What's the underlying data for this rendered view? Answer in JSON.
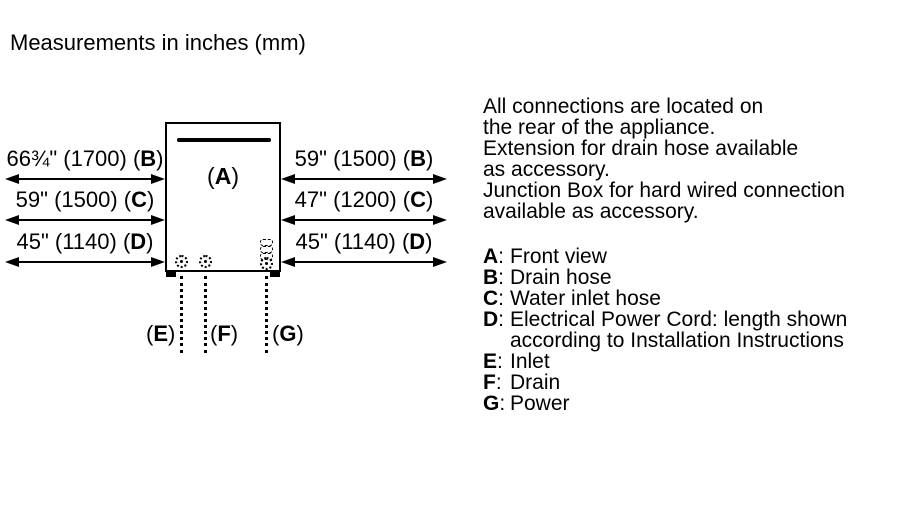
{
  "title": "Measurements in inches (mm)",
  "diagram": {
    "appliance_label": {
      "open": "(",
      "key": "A",
      "close": ")"
    },
    "dims_left": [
      {
        "value": "66¾\" (1700) (",
        "key": "B",
        "close": ")"
      },
      {
        "value": "59\" (1500) (",
        "key": "C",
        "close": ")"
      },
      {
        "value": "45\" (1140) (",
        "key": "D",
        "close": ")"
      }
    ],
    "dims_right": [
      {
        "value": "59\" (1500) (",
        "key": "B",
        "close": ")"
      },
      {
        "value": "47\" (1200) (",
        "key": "C",
        "close": ")"
      },
      {
        "value": "45\" (1140) (",
        "key": "D",
        "close": ")"
      }
    ],
    "ports": [
      {
        "open": "(",
        "key": "E",
        "close": ")"
      },
      {
        "open": "(",
        "key": "F",
        "close": ")"
      },
      {
        "open": "(",
        "key": "G",
        "close": ")"
      }
    ]
  },
  "info": {
    "lines": [
      "All connections are located on",
      "the rear of the appliance.",
      "Extension for drain hose available",
      "as accessory.",
      "Junction Box for hard wired connection",
      "available as accessory."
    ]
  },
  "legend": [
    {
      "key": "A",
      "sep": ":",
      "text": "Front view"
    },
    {
      "key": "B",
      "sep": ":",
      "text": "Drain hose"
    },
    {
      "key": "C",
      "sep": ":",
      "text": "Water inlet hose"
    },
    {
      "key": "D",
      "sep": ":",
      "text": "Electrical Power Cord: length shown according to Installation Instructions"
    },
    {
      "key": "E",
      "sep": ":",
      "text": "Inlet"
    },
    {
      "key": "F",
      "sep": ":",
      "text": "Drain"
    },
    {
      "key": "G",
      "sep": ":",
      "text": "Power"
    }
  ],
  "colors": {
    "ink": "#000000",
    "background": "#ffffff"
  }
}
